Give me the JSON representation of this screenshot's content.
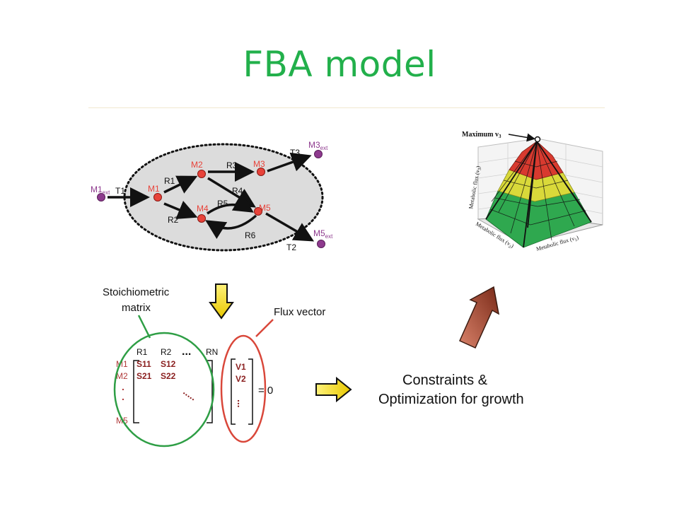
{
  "slide": {
    "title": "FBA model"
  },
  "network": {
    "metabolites": {
      "m1_ext": "M1",
      "m1": "M1",
      "m2": "M2",
      "m3": "M3",
      "m3_ext": "M3",
      "m4": "M4",
      "m5": "M5",
      "m5_ext": "M5",
      "ext_subscript": "ext"
    },
    "reactions": {
      "t1": "T1",
      "t2": "T2",
      "t3": "T3",
      "r1": "R1",
      "r2": "R2",
      "r3": "R3",
      "r4": "R4",
      "r5": "R5",
      "r6": "R6"
    },
    "colors": {
      "internal_metabolite": "#e8433a",
      "external_metabolite": "#8e3a8e",
      "cell_fill": "#dcdcdc"
    }
  },
  "matrix": {
    "stoichiometric_label_line1": "Stoichiometric",
    "stoichiometric_label_line2": "matrix",
    "flux_vector_label": "Flux vector",
    "col_headers": [
      "R1",
      "R2",
      "...",
      "RN"
    ],
    "row_headers": [
      "M1",
      "M2",
      ".",
      ".",
      "M5"
    ],
    "cells": [
      "S11",
      "S12",
      "S21",
      "S22"
    ],
    "diagonal_dots": ".....",
    "vector": [
      "V1",
      "V2",
      "..."
    ],
    "equals": "= 0",
    "stoich_circle_color": "#2e9e45",
    "flux_circle_color": "#d9473a"
  },
  "optimization": {
    "line1": "Constraints &",
    "line2": "Optimization for growth"
  },
  "plot3d": {
    "maximum_label": "Maximum v",
    "maximum_subscript": "3",
    "z_axis": "Metabolic flux (v",
    "z_axis_subscript": "3",
    "x_axis": "Metabolic flux (v",
    "x_axis_subscript": "1",
    "y_axis": "Metabolic flux (v",
    "y_axis_subscript": "2",
    "close_paren": ")",
    "colors": [
      "#2fa84f",
      "#d9d93a",
      "#d83a2f"
    ]
  }
}
